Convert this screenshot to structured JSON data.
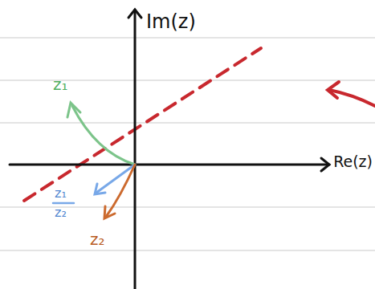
{
  "diagram": {
    "labels": [
      "Im(z)",
      "Re(z)",
      "z₁",
      "z₁",
      "z₂",
      "z₂"
    ]
  }
}
